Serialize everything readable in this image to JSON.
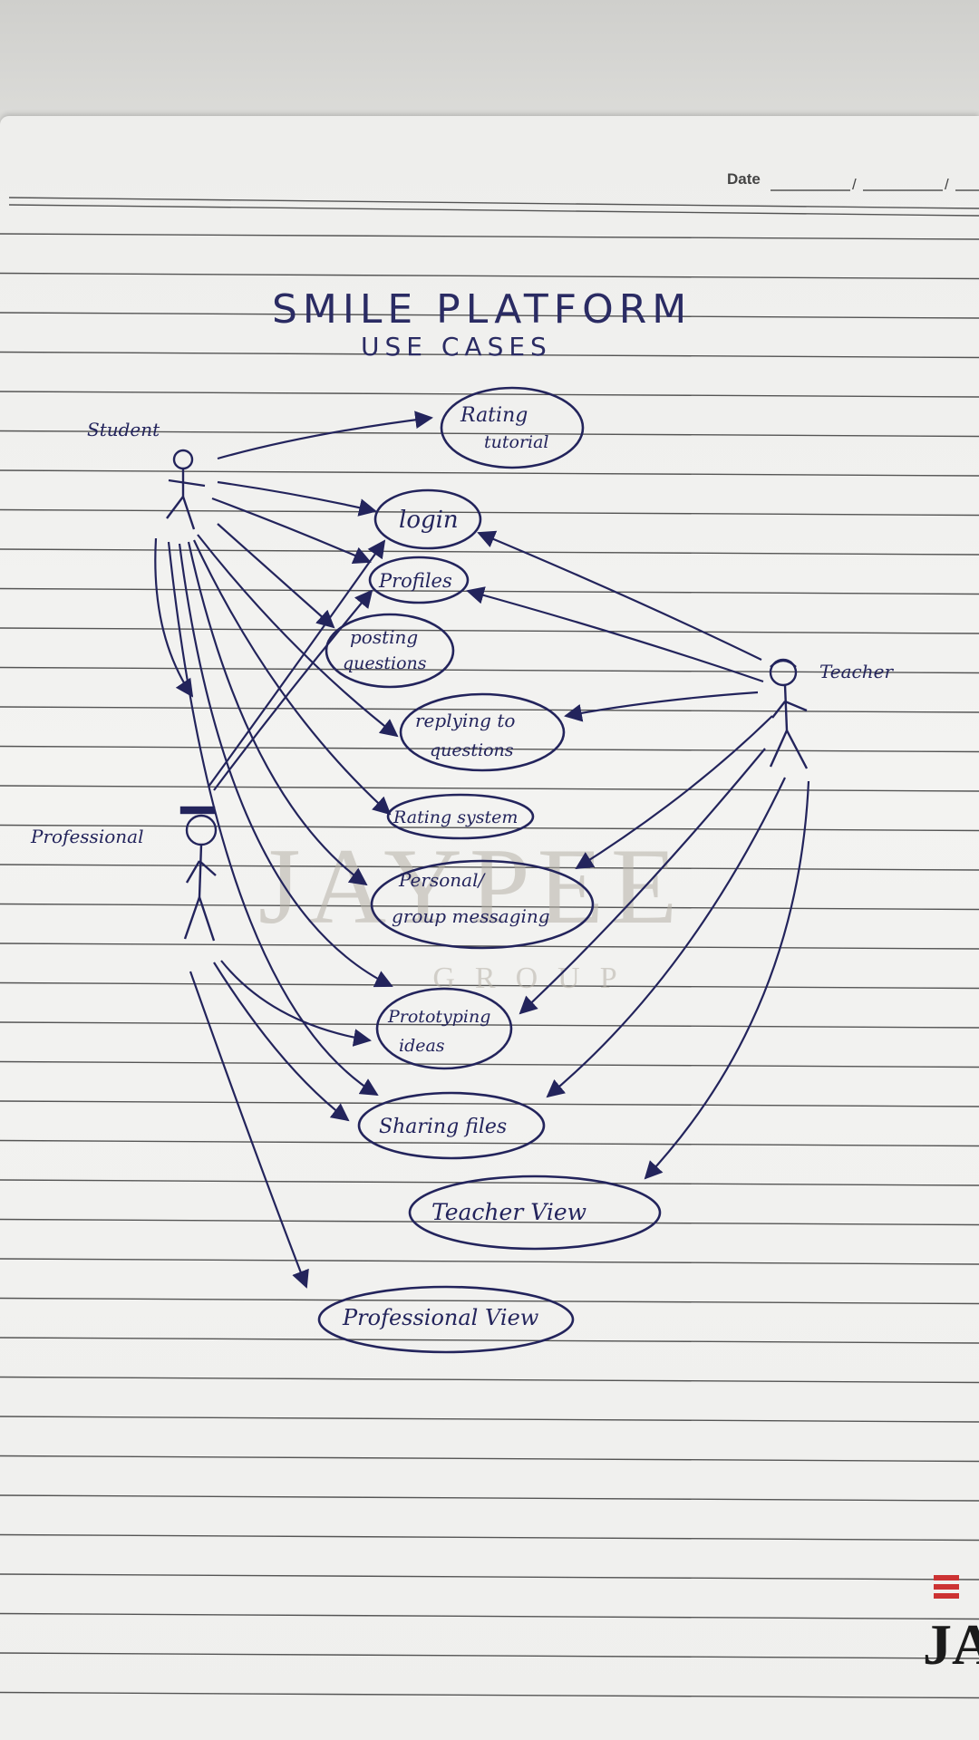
{
  "date_label": "Date",
  "date_separator": "/",
  "title": {
    "line1": "SMILE  PLATFORM",
    "line2": "USE     CASES"
  },
  "watermark": {
    "word": "JAYPEE",
    "sub": "GROUP"
  },
  "corner_logo": "JA",
  "actors": [
    {
      "id": "student",
      "label": "Student"
    },
    {
      "id": "teacher",
      "label": "Teacher"
    },
    {
      "id": "professional",
      "label": "Professional"
    }
  ],
  "use_cases": [
    {
      "id": "rating-tutorial",
      "lines": [
        "Rating",
        "tutorial"
      ]
    },
    {
      "id": "login",
      "lines": [
        "login"
      ]
    },
    {
      "id": "profiles",
      "lines": [
        "Profiles"
      ]
    },
    {
      "id": "posting-questions",
      "lines": [
        "posting",
        "questions"
      ]
    },
    {
      "id": "replying-questions",
      "lines": [
        "replying to",
        "questions"
      ]
    },
    {
      "id": "rating-system",
      "lines": [
        "Rating system"
      ]
    },
    {
      "id": "messaging",
      "lines": [
        "Personal/",
        "group messaging"
      ]
    },
    {
      "id": "prototyping",
      "lines": [
        "Prototyping",
        "ideas"
      ]
    },
    {
      "id": "sharing-files",
      "lines": [
        "Sharing files"
      ]
    },
    {
      "id": "teacher-view",
      "lines": [
        "Teacher View"
      ]
    },
    {
      "id": "professional-view",
      "lines": [
        "Professional View"
      ]
    }
  ],
  "colors": {
    "ink": "#23245c",
    "paper": "#f1f1ef",
    "rule": "#2e2e2e"
  }
}
